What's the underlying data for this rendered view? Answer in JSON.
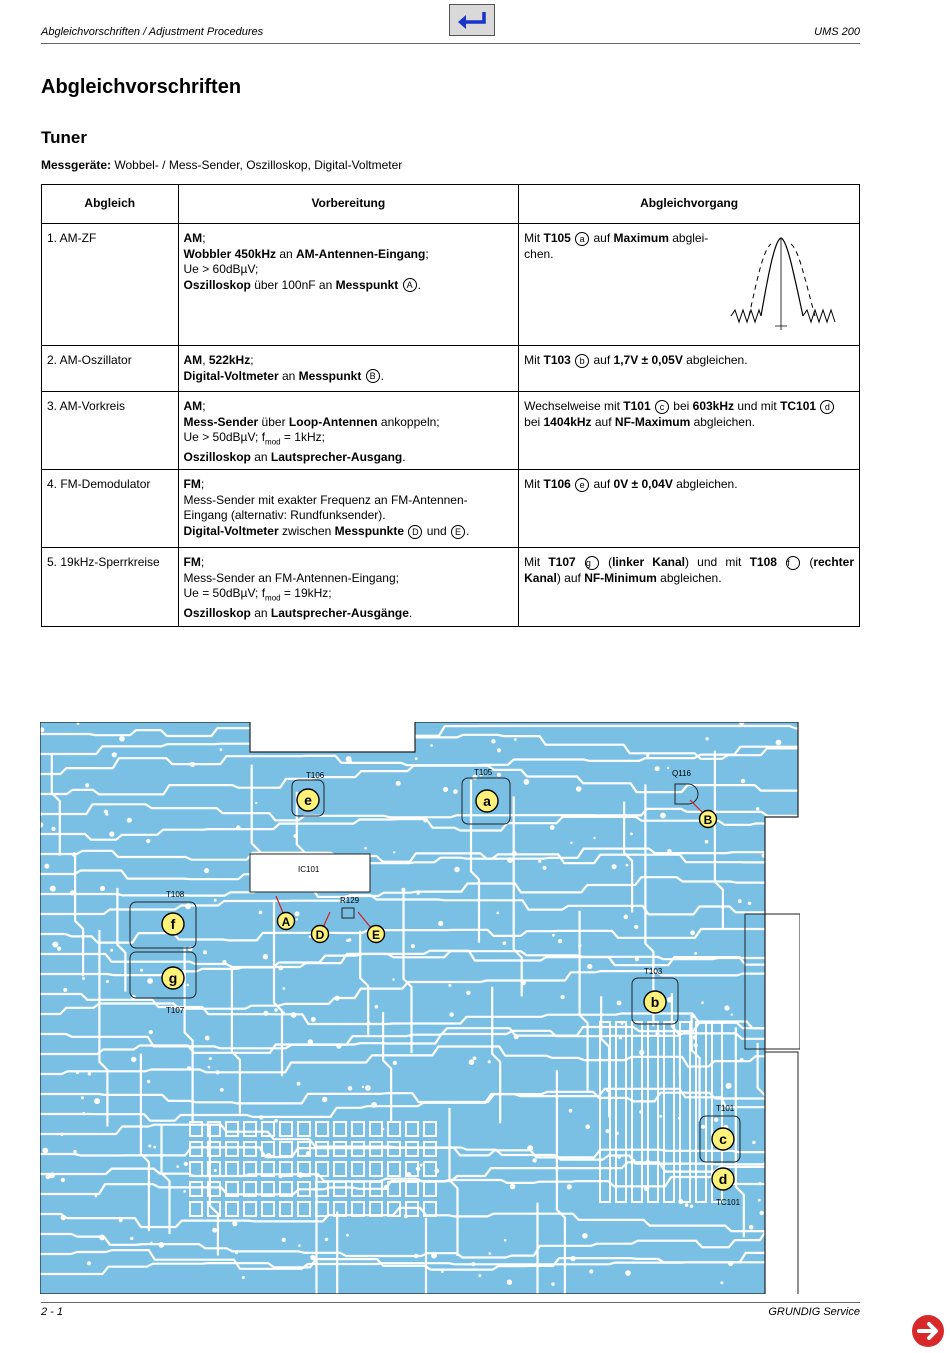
{
  "header": {
    "left": "Abgleichvorschriften / Adjustment Procedures",
    "right": "UMS 200"
  },
  "page_title": "Abgleichvorschriften",
  "section_title": "Tuner",
  "instruments": {
    "label": "Messgeräte:",
    "text": " Wobbel- / Mess-Sender, Oszilloskop, Digital-Voltmeter"
  },
  "table": {
    "headers": [
      "Abgleich",
      "Vorbereitung",
      "Abgleichvorgang"
    ],
    "rows": [
      {
        "step": " 1. AM-ZF",
        "prep": [
          [
            [
              "b",
              "AM"
            ],
            [
              "t",
              ";"
            ]
          ],
          [
            [
              "b",
              "Wobbler 450kHz"
            ],
            [
              "t",
              " an "
            ],
            [
              "b",
              "AM-Antennen-Eingang"
            ],
            [
              "t",
              ";"
            ]
          ],
          [
            [
              "t",
              "Ue > 60dBµV;"
            ]
          ],
          [
            [
              "b",
              "Oszilloskop"
            ],
            [
              "t",
              " über 100nF an "
            ],
            [
              "b",
              "Messpunkt "
            ],
            [
              "c",
              "A"
            ],
            [
              "t",
              "."
            ]
          ]
        ],
        "proc": [
          [
            [
              "t",
              "Mit "
            ],
            [
              "b",
              "T105 "
            ],
            [
              "c",
              "a"
            ],
            [
              "t",
              " auf "
            ],
            [
              "b",
              "Maximum"
            ],
            [
              "t",
              " abglei-"
            ]
          ],
          [
            [
              "t",
              "chen."
            ]
          ]
        ]
      },
      {
        "step": "2. AM-Oszillator",
        "prep": [
          [
            [
              "b",
              "AM"
            ],
            [
              "t",
              ", "
            ],
            [
              "b",
              "522kHz"
            ],
            [
              "t",
              ";"
            ]
          ],
          [
            [
              "b",
              "Digital-Voltmeter"
            ],
            [
              "t",
              " an "
            ],
            [
              "b",
              "Messpunkt "
            ],
            [
              "c",
              "B"
            ],
            [
              "t",
              "."
            ]
          ]
        ],
        "proc": [
          [
            [
              "t",
              "Mit "
            ],
            [
              "b",
              "T103 "
            ],
            [
              "c",
              "b"
            ],
            [
              "t",
              " auf "
            ],
            [
              "b",
              "1,7V ± 0,05V"
            ],
            [
              "t",
              " abgleichen."
            ]
          ]
        ]
      },
      {
        "step": "3. AM-Vorkreis",
        "prep": [
          [
            [
              "b",
              "AM"
            ],
            [
              "t",
              ";"
            ]
          ],
          [
            [
              "b",
              "Mess-Sender"
            ],
            [
              "t",
              " über "
            ],
            [
              "b",
              "Loop-Antennen"
            ],
            [
              "t",
              " ankoppeln;"
            ]
          ],
          [
            [
              "t",
              "Ue > 50dBµV; f"
            ],
            [
              "s",
              "mod"
            ],
            [
              "t",
              " = 1kHz;"
            ]
          ],
          [
            [
              "b",
              "Oszilloskop"
            ],
            [
              "t",
              " an "
            ],
            [
              "b",
              "Lautsprecher-Ausgang"
            ],
            [
              "t",
              "."
            ]
          ]
        ],
        "proc": [
          [
            [
              "t",
              "Wechselweise mit "
            ],
            [
              "b",
              "T101 "
            ],
            [
              "c",
              "c"
            ],
            [
              "t",
              " bei "
            ],
            [
              "b",
              "603kHz"
            ],
            [
              "t",
              " und mit "
            ],
            [
              "b",
              "TC101 "
            ],
            [
              "c",
              "d"
            ]
          ],
          [
            [
              "t",
              "bei "
            ],
            [
              "b",
              "1404kHz"
            ],
            [
              "t",
              " auf "
            ],
            [
              "b",
              "NF-Maximum"
            ],
            [
              "t",
              " abgleichen."
            ]
          ]
        ]
      },
      {
        "step": "4. FM-Demodulator",
        "prep": [
          [
            [
              "b",
              "FM"
            ],
            [
              "t",
              ";"
            ]
          ],
          [
            [
              "t",
              "Mess-Sender mit exakter Frequenz an FM-Antennen-"
            ]
          ],
          [
            [
              "t",
              "Eingang (alternativ: Rundfunksender)."
            ]
          ],
          [
            [
              "b",
              "Digital-Voltmeter"
            ],
            [
              "t",
              " zwischen "
            ],
            [
              "b",
              "Messpunkte "
            ],
            [
              "c",
              "D"
            ],
            [
              "t",
              " und "
            ],
            [
              "c",
              "E"
            ],
            [
              "t",
              "."
            ]
          ]
        ],
        "proc": [
          [
            [
              "t",
              "Mit "
            ],
            [
              "b",
              "T106 "
            ],
            [
              "c",
              "e"
            ],
            [
              "t",
              " auf "
            ],
            [
              "b",
              "0V ± 0,04V"
            ],
            [
              "t",
              " abgleichen."
            ]
          ]
        ]
      },
      {
        "step": "5. 19kHz-Sperrkreise",
        "prep": [
          [
            [
              "b",
              "FM"
            ],
            [
              "t",
              ";"
            ]
          ],
          [
            [
              "t",
              "Mess-Sender an FM-Antennen-Eingang;"
            ]
          ],
          [
            [
              "t",
              "Ue = 50dBµV; f"
            ],
            [
              "s",
              "mod"
            ],
            [
              "t",
              " = 19kHz;"
            ]
          ],
          [
            [
              "b",
              "Oszilloskop"
            ],
            [
              "t",
              " an "
            ],
            [
              "b",
              "Lautsprecher-Ausgänge"
            ],
            [
              "t",
              "."
            ]
          ]
        ],
        "proc": [
          [
            [
              "t",
              "Mit "
            ],
            [
              "b",
              "T107 "
            ],
            [
              "c",
              "g"
            ],
            [
              "t",
              " ("
            ],
            [
              "b",
              "linker Kanal"
            ],
            [
              "t",
              ") und mit "
            ],
            [
              "b",
              "T108 "
            ],
            [
              "c",
              "f"
            ],
            [
              "t",
              " ("
            ],
            [
              "b",
              "rechter"
            ]
          ],
          [
            [
              "b",
              "Kanal"
            ],
            [
              "t",
              ") auf "
            ],
            [
              "b",
              "NF-Minimum"
            ],
            [
              "t",
              " abgleichen."
            ]
          ]
        ]
      }
    ]
  },
  "pcb": {
    "component_labels": [
      "T106",
      "T105",
      "Q116",
      "IC101",
      "T108",
      "R129",
      "T107",
      "T103",
      "T101",
      "TC101"
    ],
    "markers": [
      "e",
      "a",
      "B",
      "f",
      "A",
      "D",
      "E",
      "g",
      "b",
      "c",
      "d"
    ],
    "trace_color": "#79c0e4",
    "marker_color": "#fff27a"
  },
  "footer": {
    "left": "2 - 1",
    "right": "GRUNDIG Service"
  },
  "nav": {
    "back_icon": "return-arrow-icon",
    "next_icon": "next-arrow-icon"
  }
}
